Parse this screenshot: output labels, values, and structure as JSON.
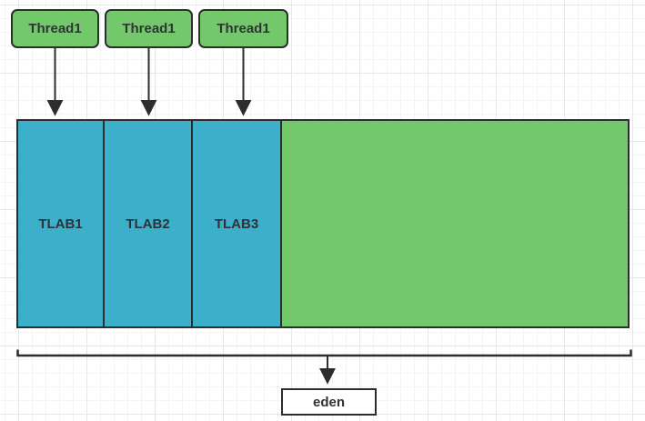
{
  "diagram": {
    "threads": [
      {
        "label": "Thread1"
      },
      {
        "label": "Thread1"
      },
      {
        "label": "Thread1"
      }
    ],
    "tlabs": [
      {
        "label": "TLAB1"
      },
      {
        "label": "TLAB2"
      },
      {
        "label": "TLAB3"
      }
    ],
    "eden": {
      "label": "eden"
    },
    "colors": {
      "node_green": "#74c86c",
      "tlab_teal": "#3cb0ca",
      "stroke_dark": "#2d2d2d",
      "eden_box_fill": "#ffffff",
      "text_dark": "#2f3237"
    }
  }
}
